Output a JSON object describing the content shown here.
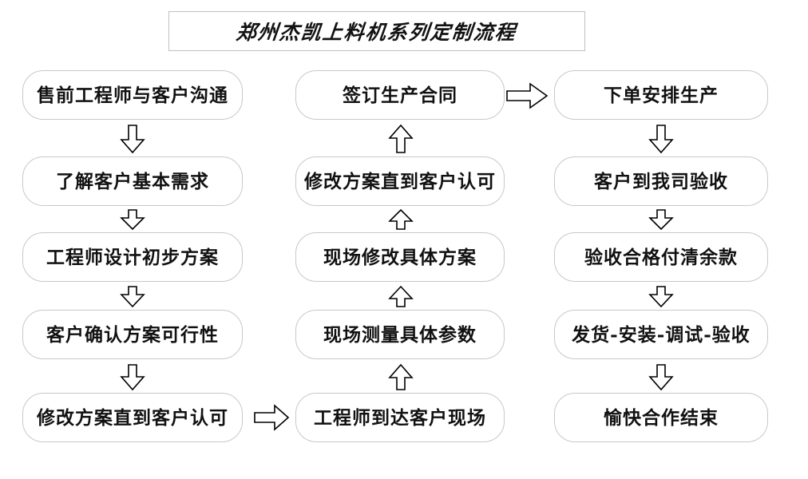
{
  "title": {
    "text": "郑州杰凯上料机系列定制流程"
  },
  "columns": {
    "left": {
      "name": "pre-sales-column",
      "nodes": [
        {
          "id": "n1",
          "label": "售前工程师与客户沟通"
        },
        {
          "id": "n2",
          "label": "了解客户基本需求"
        },
        {
          "id": "n3",
          "label": "工程师设计初步方案"
        },
        {
          "id": "n4",
          "label": "客户确认方案可行性"
        },
        {
          "id": "n5",
          "label": "修改方案直到客户认可"
        }
      ]
    },
    "middle": {
      "name": "on-site-column",
      "nodes": [
        {
          "id": "n6",
          "label": "签订生产合同"
        },
        {
          "id": "n7",
          "label": "修改方案直到客户认可"
        },
        {
          "id": "n8",
          "label": "现场修改具体方案"
        },
        {
          "id": "n9",
          "label": "现场测量具体参数"
        },
        {
          "id": "n10",
          "label": "工程师到达客户现场"
        }
      ]
    },
    "right": {
      "name": "production-column",
      "nodes": [
        {
          "id": "n11",
          "label": "下单安排生产"
        },
        {
          "id": "n12",
          "label": "客户到我司验收"
        },
        {
          "id": "n13",
          "label": "验收合格付清余款"
        },
        {
          "id": "n14",
          "label": "发货-安装-调试-验收"
        },
        {
          "id": "n15",
          "label": "愉快合作结束"
        }
      ]
    }
  },
  "arrows": [
    {
      "id": "a1",
      "direction": "down",
      "from": "n1",
      "to": "n2"
    },
    {
      "id": "a2",
      "direction": "down",
      "from": "n2",
      "to": "n3"
    },
    {
      "id": "a3",
      "direction": "down",
      "from": "n3",
      "to": "n4"
    },
    {
      "id": "a4",
      "direction": "down",
      "from": "n4",
      "to": "n5"
    },
    {
      "id": "a5",
      "direction": "right",
      "from": "n5",
      "to": "n10"
    },
    {
      "id": "a6",
      "direction": "up",
      "from": "n10",
      "to": "n9"
    },
    {
      "id": "a7",
      "direction": "up",
      "from": "n9",
      "to": "n8"
    },
    {
      "id": "a8",
      "direction": "up",
      "from": "n8",
      "to": "n7"
    },
    {
      "id": "a9",
      "direction": "up",
      "from": "n7",
      "to": "n6"
    },
    {
      "id": "a10",
      "direction": "right",
      "from": "n6",
      "to": "n11"
    },
    {
      "id": "a11",
      "direction": "down",
      "from": "n11",
      "to": "n12"
    },
    {
      "id": "a12",
      "direction": "down",
      "from": "n12",
      "to": "n13"
    },
    {
      "id": "a13",
      "direction": "down",
      "from": "n13",
      "to": "n14"
    },
    {
      "id": "a14",
      "direction": "down",
      "from": "n14",
      "to": "n15"
    }
  ],
  "colors": {
    "node_border": "#c8c8c8",
    "title_border": "#c0c0c0",
    "text": "#111111",
    "arrow_stroke": "#000000",
    "background": "#ffffff"
  }
}
